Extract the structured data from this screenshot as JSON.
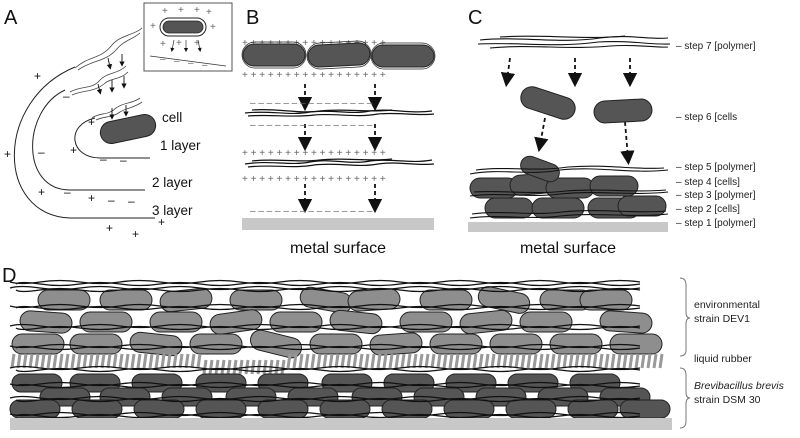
{
  "panels": {
    "A": {
      "letter": "A",
      "cell_label": "cell",
      "layer_labels": [
        "1 layer",
        "2 layer",
        "3 layer"
      ]
    },
    "B": {
      "letter": "B",
      "surface_label": "metal surface"
    },
    "C": {
      "letter": "C",
      "surface_label": "metal surface",
      "steps": [
        "– step 7 [polymer]",
        "– step 6 [cells",
        "– step 5 [polymer]",
        "– step 4 [cells]",
        "– step 3 [polymer]",
        "– step 2 [cells]",
        "– step 1 [polymer]"
      ]
    },
    "D": {
      "letter": "D",
      "upper_label_line1": "environmental",
      "upper_label_line2": "strain DEV1",
      "middle_label": "liquid rubber",
      "lower_label_line1": "Brevibacillus brevis",
      "lower_label_line2": "strain DSM 30"
    }
  },
  "colors": {
    "dark_cell": "#555555",
    "light_cell": "#8e8e8e",
    "surface": "#c8c8c8",
    "polymer": "#111111"
  }
}
